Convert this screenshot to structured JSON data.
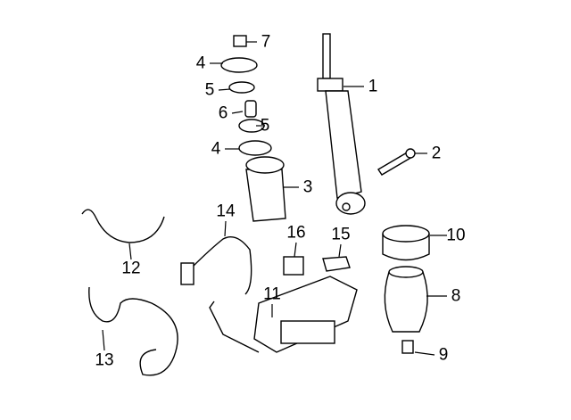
{
  "callouts": [
    "1",
    "2",
    "3",
    "4",
    "4",
    "5",
    "5",
    "6",
    "7",
    "8",
    "9",
    "10",
    "11",
    "12",
    "13",
    "14",
    "15",
    "16"
  ]
}
